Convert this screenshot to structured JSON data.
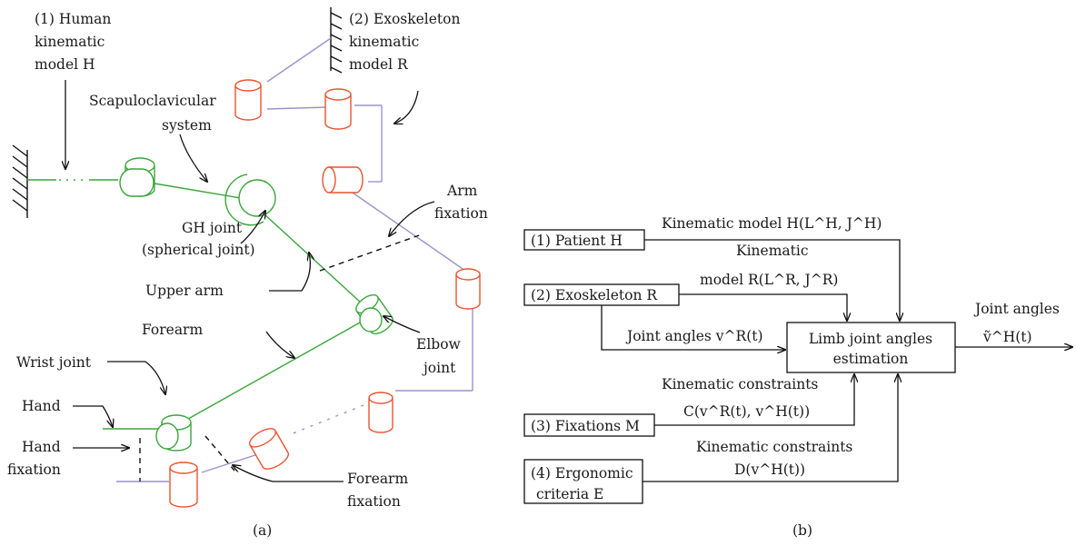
{
  "panel_a": {
    "caption": "(a)",
    "human_model": [
      "(1) Human",
      "kinematic",
      "model H"
    ],
    "exo_model": [
      "(2) Exoskeleton",
      "kinematic",
      "model R"
    ],
    "scapulo": [
      "Scapuloclavicular",
      "system"
    ],
    "gh_joint": [
      "GH joint",
      "(spherical joint)"
    ],
    "upper_arm": "Upper arm",
    "arm_fixation": [
      "Arm",
      "fixation"
    ],
    "forearm": "Forearm",
    "elbow_joint": [
      "Elbow",
      "joint"
    ],
    "wrist_joint": "Wrist joint",
    "hand": "Hand",
    "hand_fixation": [
      "Hand",
      "fixation"
    ],
    "forearm_fixation": [
      "Forearm",
      "fixation"
    ]
  },
  "panel_b": {
    "caption": "(b)",
    "patient_box": "(1) Patient H",
    "exo_box": "(2) Exoskeleton R",
    "fix_box": "(3) Fixations M",
    "ergo_box": [
      "(4) Ergonomic",
      "criteria E"
    ],
    "estimation_box": [
      "Limb joint angles",
      "estimation"
    ],
    "kin_model_h": "Kinematic model H(L^H, J^H)",
    "kin_model_r": [
      "Kinematic",
      "model R(L^R, J^R)"
    ],
    "joint_angles_r": "Joint angles v^R(t)",
    "kin_constraints_1": [
      "Kinematic constraints",
      "C(v^R(t), v^H(t))"
    ],
    "kin_constraints_2": [
      "Kinematic constraints",
      "D(v^H(t))"
    ],
    "joint_angles_out": [
      "Joint angles",
      "ṽ^H(t)"
    ]
  }
}
